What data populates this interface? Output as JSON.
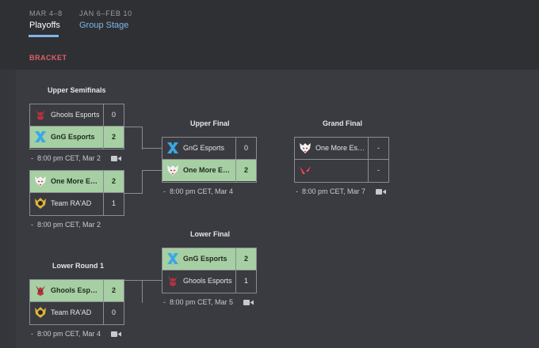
{
  "tabs": [
    {
      "dates": "MAR 4–8",
      "name": "Playoffs"
    },
    {
      "dates": "JAN 6–FEB 10",
      "name": "Group Stage"
    }
  ],
  "section_label": "BRACKET",
  "rounds": {
    "upper_semis": "Upper Semifinals",
    "upper_final": "Upper Final",
    "grand_final": "Grand Final",
    "lower_final": "Lower Final",
    "lower_round1": "Lower Round 1"
  },
  "matches": {
    "us1": {
      "t1": "Ghools Esports",
      "s1": "0",
      "t2": "GnG Esports",
      "s2": "2",
      "time": "8:00 pm CET, Mar 2"
    },
    "us2": {
      "t1": "One More Esports",
      "s1": "2",
      "t2": "Team RA'AD",
      "s2": "1",
      "time": "8:00 pm CET, Mar 2"
    },
    "uf": {
      "t1": "GnG Esports",
      "s1": "0",
      "t2": "One More Esports",
      "s2": "2",
      "time": "8:00 pm CET, Mar 4"
    },
    "gf": {
      "t1": "One More Esports",
      "s1": "-",
      "t2": "",
      "s2": "-",
      "time": "8:00 pm CET, Mar 7"
    },
    "lf": {
      "t1": "GnG Esports",
      "s1": "2",
      "t2": "Ghools Esports",
      "s2": "1",
      "time": "8:00 pm CET, Mar 5"
    },
    "lr1": {
      "t1": "Ghools Esports",
      "s1": "2",
      "t2": "Team RA'AD",
      "s2": "0",
      "time": "8:00 pm CET, Mar 4"
    }
  },
  "colors": {
    "winner_row": "#a6cfa3",
    "accent_blue": "#7fb6e8",
    "accent_red": "#e0606a"
  },
  "icons": [
    "ghools-logo-icon",
    "gng-logo-icon",
    "one-more-logo-icon",
    "team-raad-logo-icon",
    "valorant-logo-icon",
    "video-camera-icon"
  ]
}
